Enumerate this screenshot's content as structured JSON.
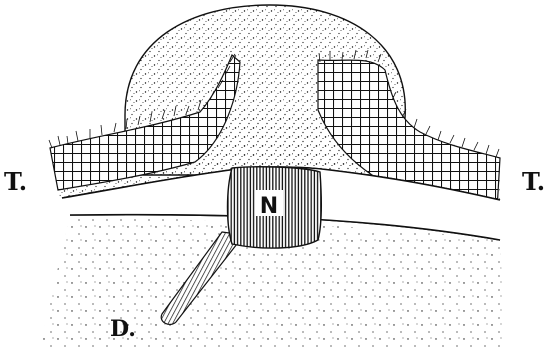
{
  "labels": {
    "t_left": "T.",
    "t_right": "T.",
    "nucleus": "N",
    "d": "D."
  },
  "colors": {
    "ink": "#111111",
    "paper": "#ffffff"
  }
}
